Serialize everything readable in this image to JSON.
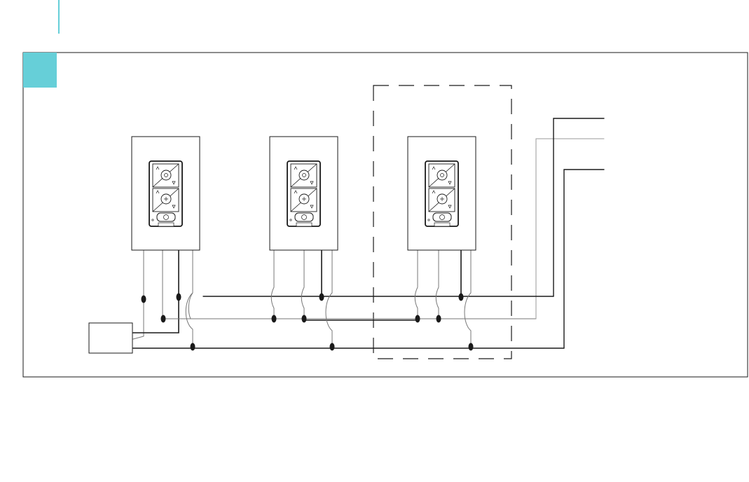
{
  "colors": {
    "accent": "#66cfd8",
    "line": "#1a1a1a",
    "thin_line": "#777777",
    "background": "#ffffff"
  },
  "page": {
    "title": ""
  },
  "diagram": {
    "devices": [
      {
        "id": "switch-1",
        "type": "wall-keypad",
        "buttons": [
          "light-raise-lower",
          "fan-raise-lower",
          "light-toggle"
        ]
      },
      {
        "id": "switch-2",
        "type": "wall-keypad",
        "buttons": [
          "light-raise-lower",
          "fan-raise-lower",
          "light-toggle"
        ]
      },
      {
        "id": "switch-3",
        "type": "wall-keypad",
        "buttons": [
          "light-raise-lower",
          "fan-raise-lower",
          "light-toggle"
        ],
        "enclosed_in_dashed_box": true
      }
    ],
    "unlabeled_box": {
      "id": "load-box"
    },
    "wire_runs": [
      "upper-black-run",
      "middle-gray-run",
      "lower-black-run"
    ]
  }
}
